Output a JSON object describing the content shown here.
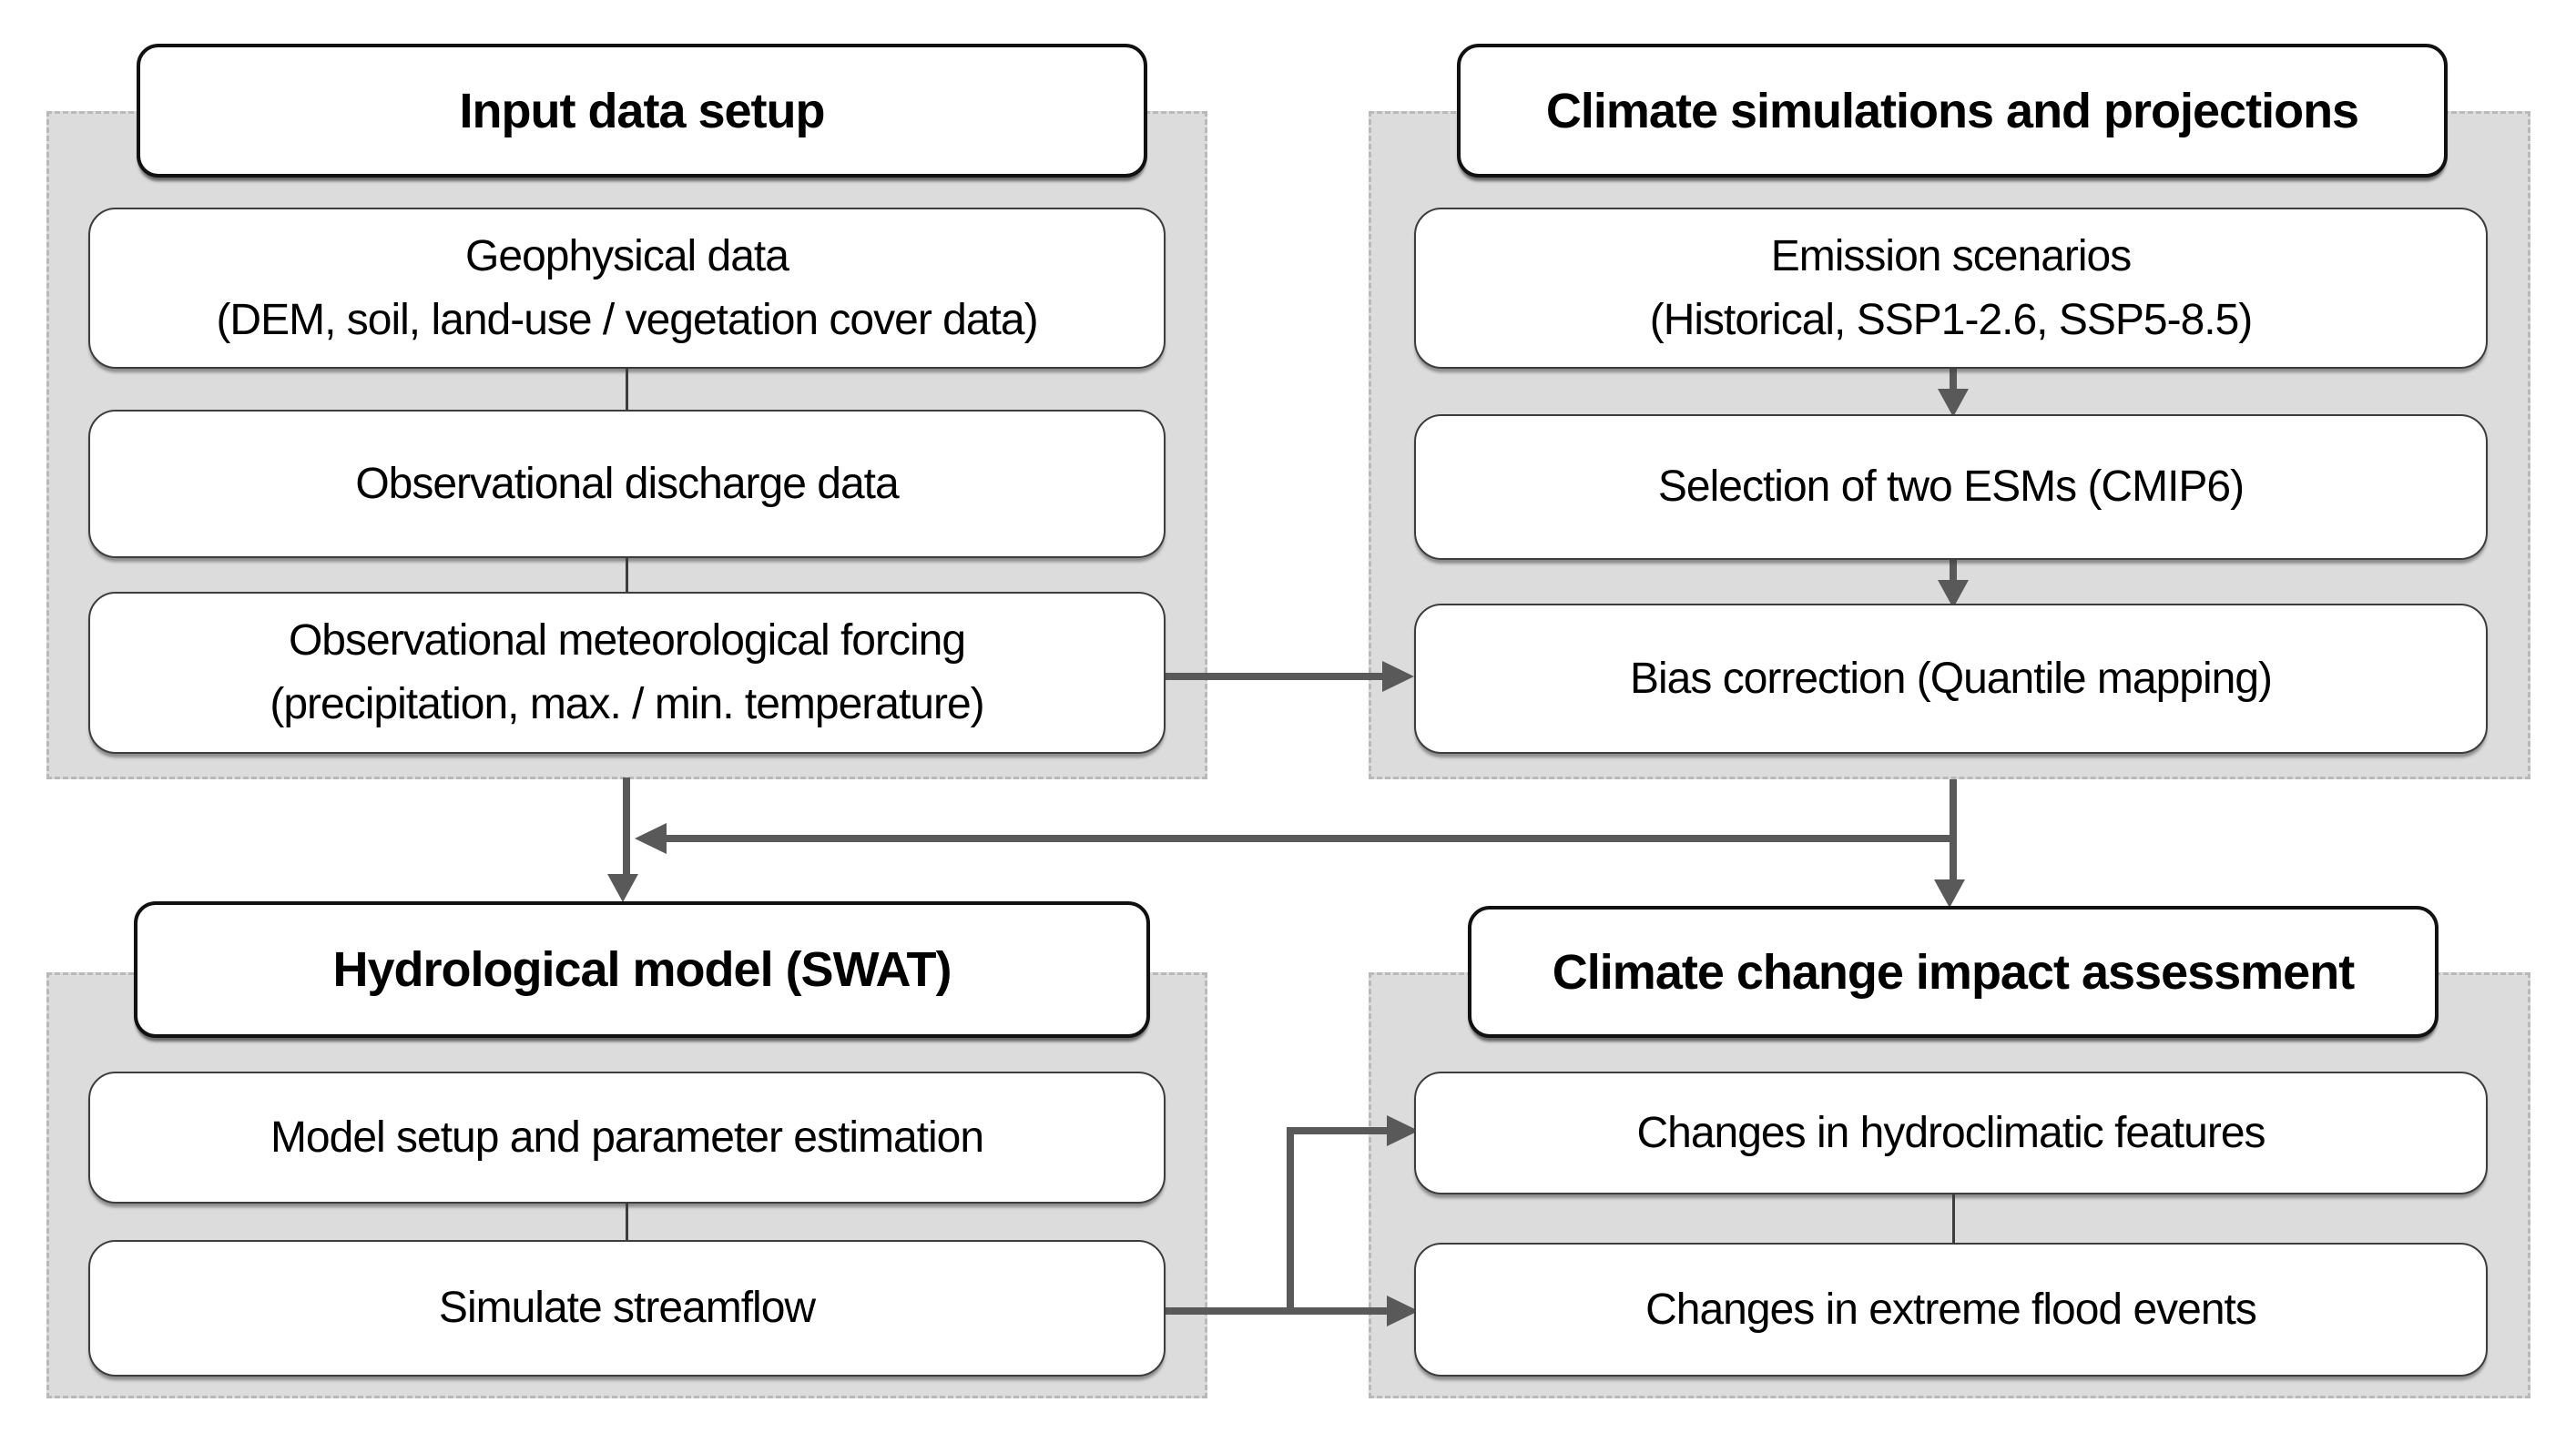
{
  "colors": {
    "panel_fill": "#dcdcdc",
    "panel_border": "#b9b9b9",
    "arrow": "#595959",
    "thin_line": "#3d3d3d",
    "box_border": "#3d3d3d",
    "title_border": "#111111",
    "text": "#000000"
  },
  "panels": {
    "input": {
      "title": "Input data setup",
      "boxes": [
        [
          "Geophysical data",
          "(DEM, soil, land-use / vegetation cover data)"
        ],
        [
          "Observational discharge data"
        ],
        [
          "Observational meteorological forcing",
          "(precipitation, max. / min. temperature)"
        ]
      ]
    },
    "climate": {
      "title": "Climate simulations and projections",
      "boxes": [
        [
          "Emission scenarios",
          "(Historical, SSP1-2.6, SSP5-8.5)"
        ],
        [
          "Selection of two ESMs (CMIP6)"
        ],
        [
          "Bias correction (Quantile mapping)"
        ]
      ]
    },
    "hydro": {
      "title": "Hydrological model (SWAT)",
      "boxes": [
        [
          "Model setup and parameter estimation"
        ],
        [
          "Simulate streamflow"
        ]
      ]
    },
    "impact": {
      "title": "Climate change impact assessment",
      "boxes": [
        [
          "Changes in hydroclimatic features"
        ],
        [
          "Changes in extreme flood events"
        ]
      ]
    }
  }
}
